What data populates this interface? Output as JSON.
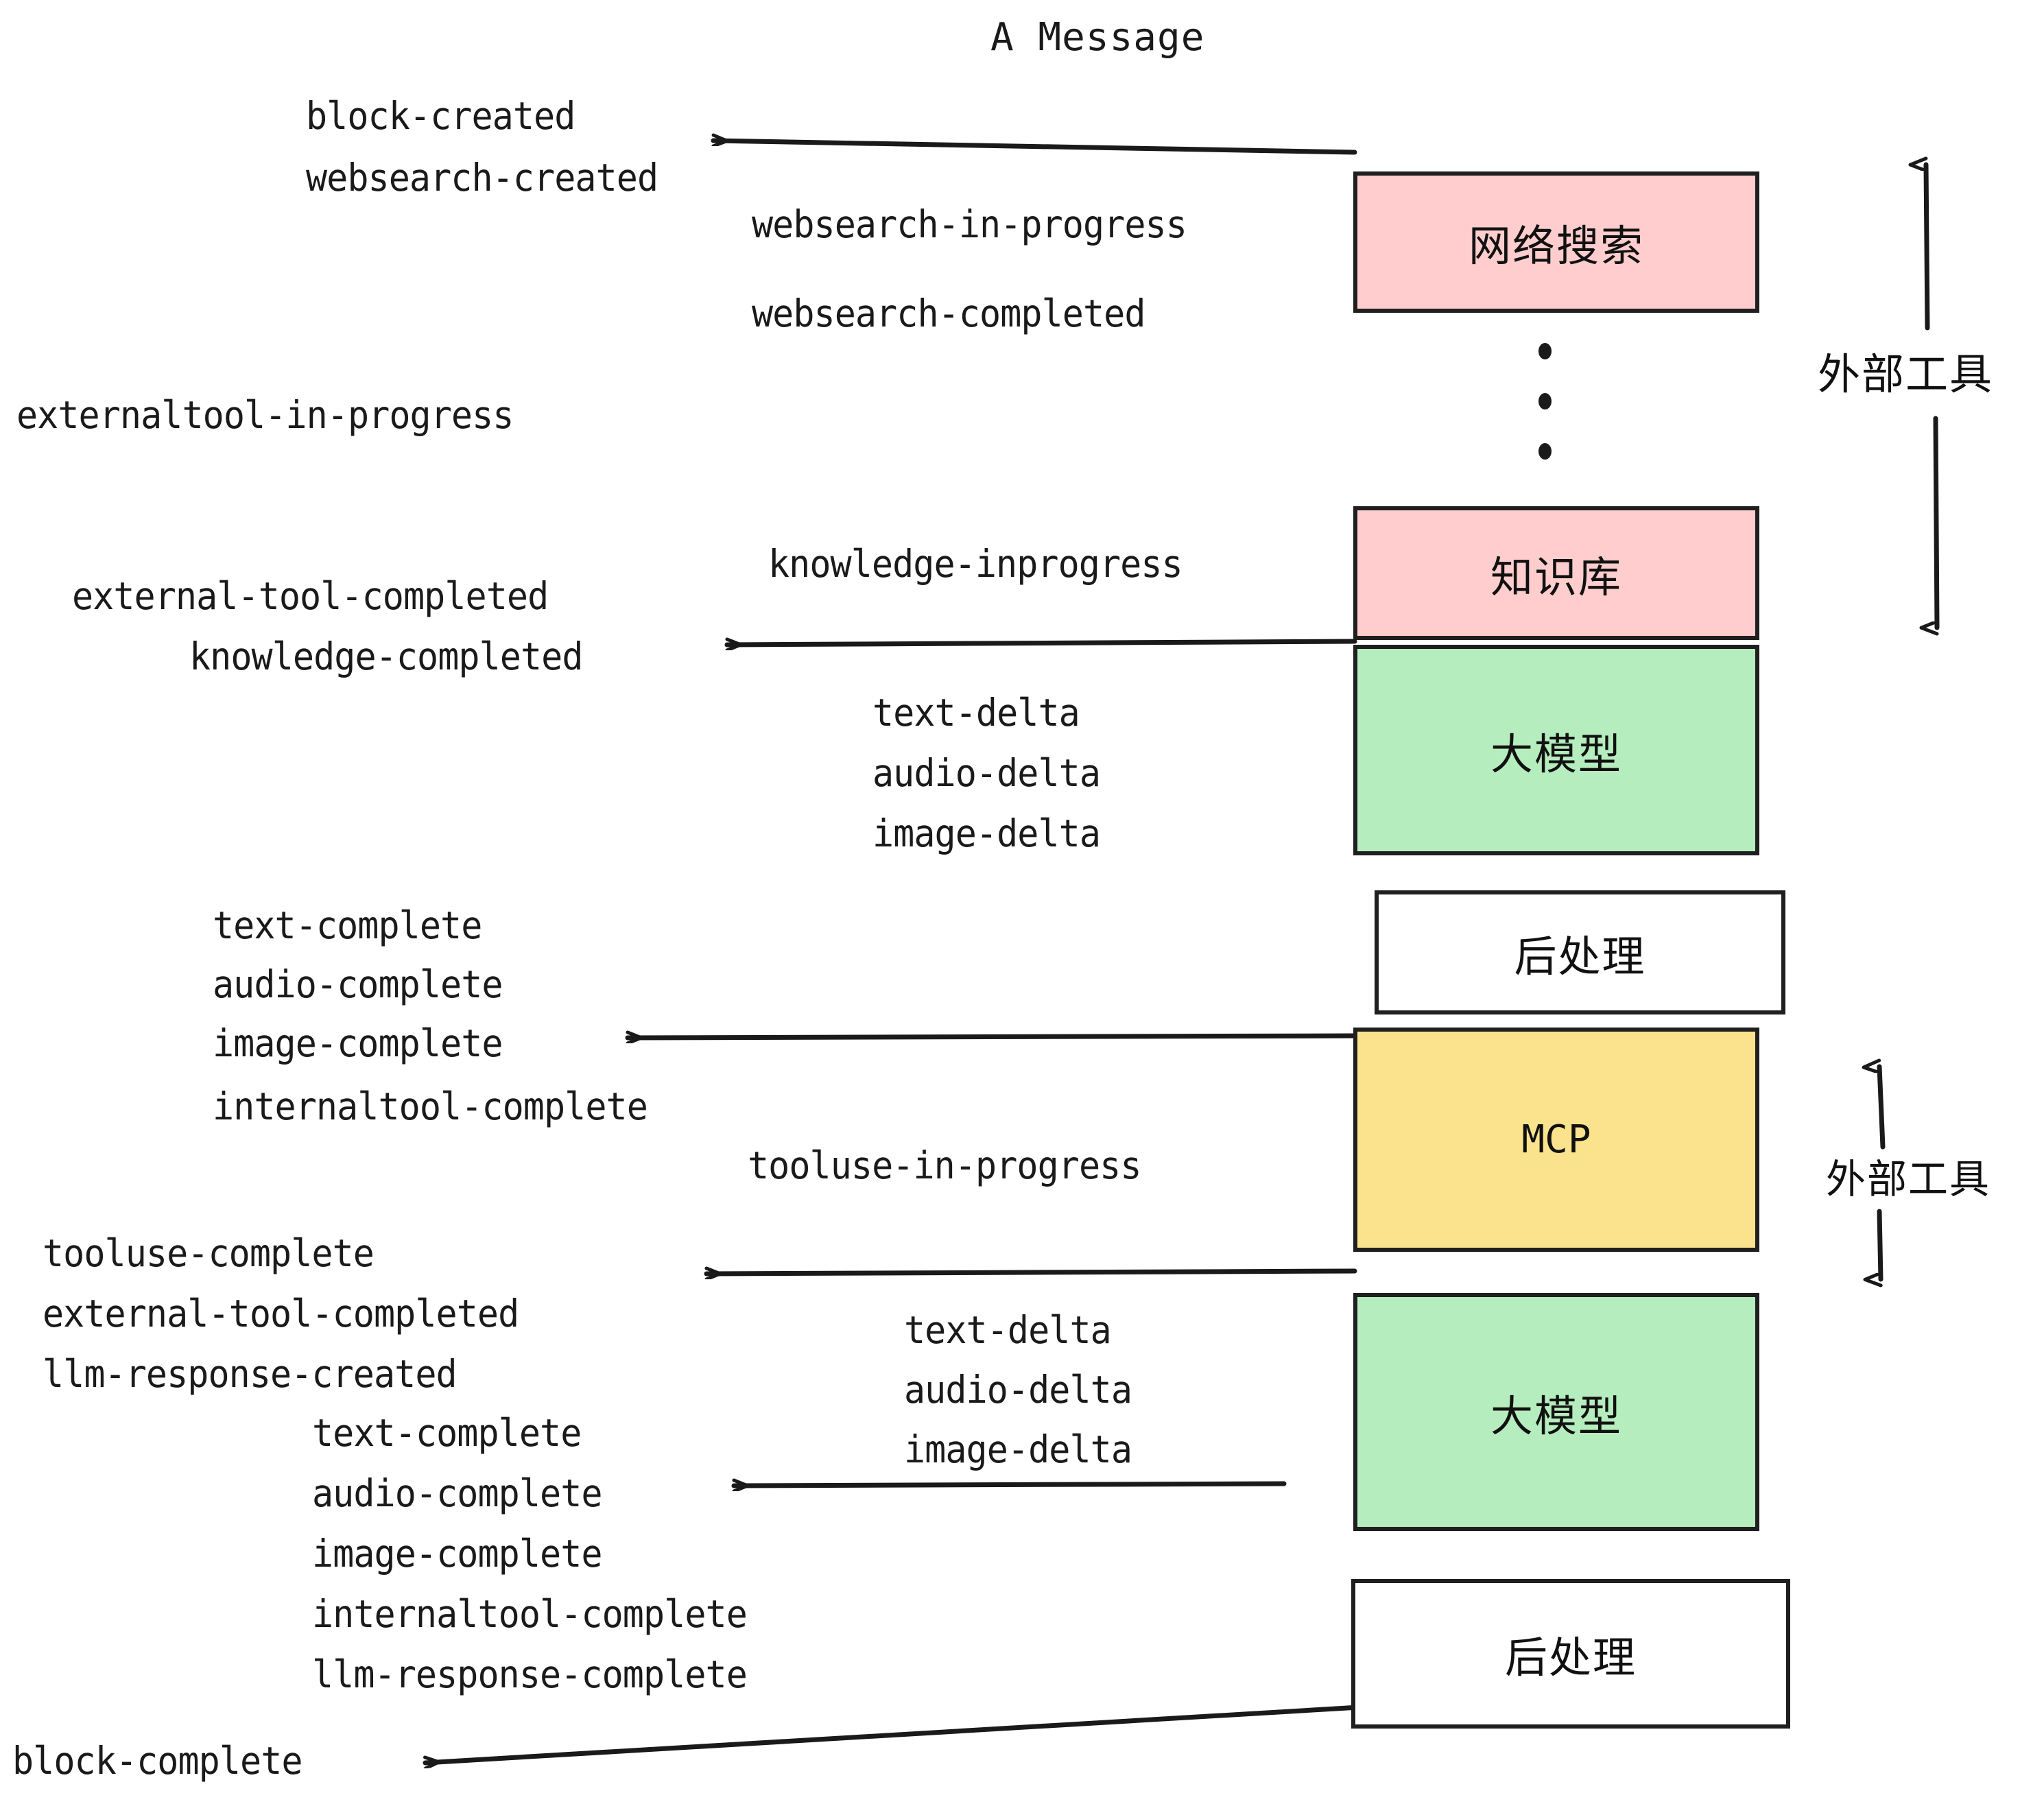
{
  "title": "A Message",
  "colors": {
    "pink": "#ffcdcd",
    "green": "#b6edbe",
    "yellow": "#fbe38d",
    "white": "#ffffff",
    "stroke": "#1f1f1f",
    "text": "#1a1a1a"
  },
  "boxes": [
    {
      "id": "websearch",
      "label": "网络搜索",
      "fill": "pink"
    },
    {
      "id": "knowledge",
      "label": "知识库",
      "fill": "pink"
    },
    {
      "id": "llm-1",
      "label": "大模型",
      "fill": "green"
    },
    {
      "id": "postprocess-1",
      "label": "后处理",
      "fill": "white"
    },
    {
      "id": "mcp",
      "label": "MCP",
      "fill": "yellow"
    },
    {
      "id": "llm-2",
      "label": "大模型",
      "fill": "green"
    },
    {
      "id": "postprocess-2",
      "label": "后处理",
      "fill": "white"
    }
  ],
  "side_annotations": [
    {
      "id": "external-tools-top",
      "label": "外部工具"
    },
    {
      "id": "external-tools-bottom",
      "label": "外部工具"
    }
  ],
  "events": {
    "block_created": "block-created",
    "websearch_created": "websearch-created",
    "websearch_in_progress": "websearch-in-progress",
    "websearch_completed": "websearch-completed",
    "externaltool_in_progress": "externaltool-in-progress",
    "knowledge_inprogress": "knowledge-inprogress",
    "external_tool_completed_1": "external-tool-completed",
    "knowledge_completed": "knowledge-completed",
    "text_delta_1": "text-delta",
    "audio_delta_1": "audio-delta",
    "image_delta_1": "image-delta",
    "text_complete_1": "text-complete",
    "audio_complete_1": "audio-complete",
    "image_complete_1": "image-complete",
    "internaltool_complete_1": "internaltool-complete",
    "tooluse_in_progress": "tooluse-in-progress",
    "tooluse_complete": "tooluse-complete",
    "external_tool_completed_2": "external-tool-completed",
    "llm_response_created": "llm-response-created",
    "text_delta_2": "text-delta",
    "audio_delta_2": "audio-delta",
    "image_delta_2": "image-delta",
    "text_complete_2": "text-complete",
    "audio_complete_2": "audio-complete",
    "image_complete_2": "image-complete",
    "internaltool_complete_2": "internaltool-complete",
    "llm_response_complete": "llm-response-complete",
    "block_complete": "block-complete"
  }
}
